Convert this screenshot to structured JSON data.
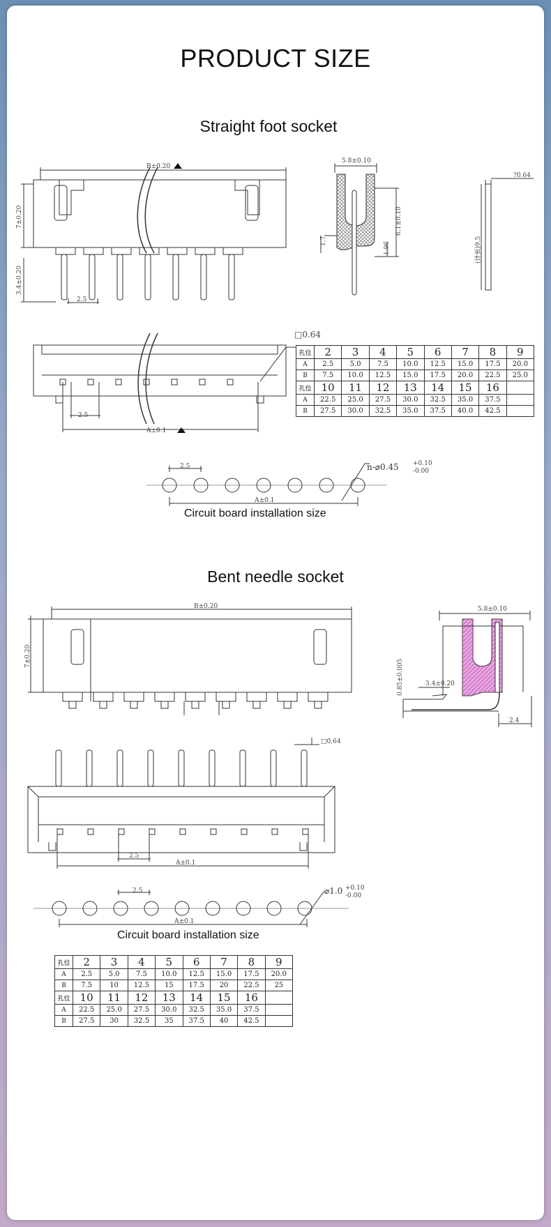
{
  "page_title": "PRODUCT SIZE",
  "straight": {
    "title": "Straight foot socket",
    "caption": "Circuit board installation size",
    "dims": {
      "b_top": "B±0.20",
      "height_body": "7±0.20",
      "height_pin": "3.4±0.20",
      "pitch": "2.5",
      "side_width": "5.8±0.10",
      "side_h1": "1.7",
      "side_h2": "1.96",
      "side_h3": "6.1±0.10",
      "pin_thk": "?0.64",
      "pin_len": "(计长)9.5",
      "sq": "□0.64",
      "a_bottom": "A±0.1",
      "hole": "n-⌀0.45",
      "hole_tol_up": "+0.10",
      "hole_tol_dn": "-0.00"
    },
    "table": {
      "rows": [
        [
          "孔位",
          "2",
          "3",
          "4",
          "5",
          "6",
          "7",
          "8",
          "9"
        ],
        [
          "A",
          "2.5",
          "5.0",
          "7.5",
          "10.0",
          "12.5",
          "15.0",
          "17.5",
          "20.0"
        ],
        [
          "B",
          "7.5",
          "10.0",
          "12.5",
          "15.0",
          "17.5",
          "20.0",
          "22.5",
          "25.0"
        ],
        [
          "孔位",
          "10",
          "11",
          "12",
          "13",
          "14",
          "15",
          "16",
          ""
        ],
        [
          "A",
          "22.5",
          "25.0",
          "27.5",
          "30.0",
          "32.5",
          "35.0",
          "37.5",
          ""
        ],
        [
          "B",
          "27.5",
          "30.0",
          "32.5",
          "35.0",
          "37.5",
          "40.0",
          "42.5",
          ""
        ]
      ]
    }
  },
  "bent": {
    "title": "Bent needle socket",
    "caption": "Circuit board installation size",
    "dims": {
      "b_top": "B±0.20",
      "height_body": "7±0.20",
      "side_width": "5.8±0.10",
      "side_v": "0.85±0.005",
      "side_h": "3.4±0.20",
      "side_b": "2.4",
      "sq": "□0.64",
      "pitch": "2.5",
      "a_bottom": "A±0.1",
      "hole": "⌀1.0",
      "hole_tol_up": "+0.10",
      "hole_tol_dn": "-0.00"
    },
    "table": {
      "rows": [
        [
          "孔位",
          "2",
          "3",
          "4",
          "5",
          "6",
          "7",
          "8",
          "9"
        ],
        [
          "A",
          "2.5",
          "5.0",
          "7.5",
          "10.0",
          "12.5",
          "15.0",
          "17.5",
          "20.0"
        ],
        [
          "B",
          "7.5",
          "10",
          "12.5",
          "15",
          "17.5",
          "20",
          "22.5",
          "25"
        ],
        [
          "孔位",
          "10",
          "11",
          "12",
          "13",
          "14",
          "15",
          "16",
          ""
        ],
        [
          "A",
          "22.5",
          "25.0",
          "27.5",
          "30.0",
          "32.5",
          "35.0",
          "37.5",
          ""
        ],
        [
          "B",
          "27.5",
          "30",
          "32.5",
          "35",
          "37.5",
          "40",
          "42.5",
          ""
        ]
      ]
    }
  },
  "colors": {
    "accent_pink": "#e7a6e1",
    "line": "#333333"
  }
}
